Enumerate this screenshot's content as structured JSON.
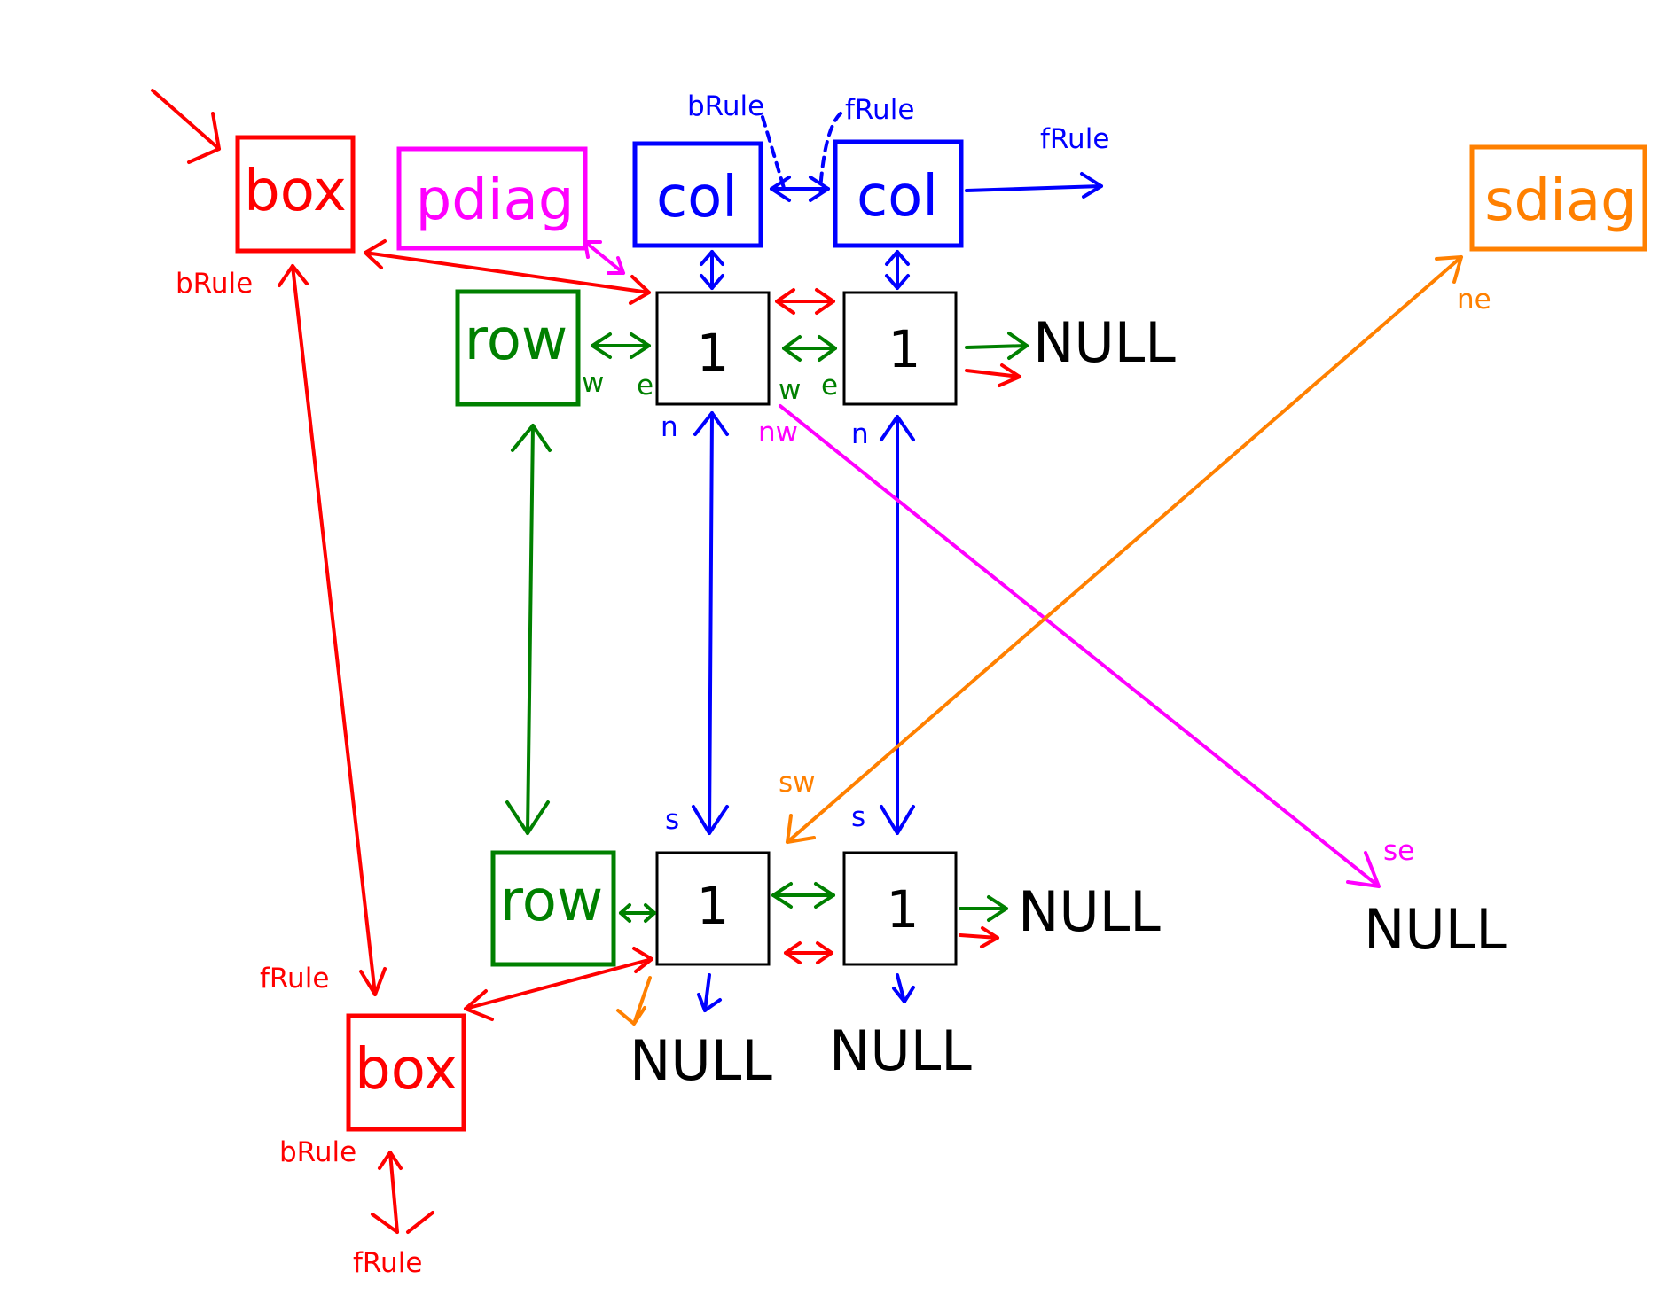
{
  "colors": {
    "red": "#ff0000",
    "blue": "#0000ff",
    "green": "#008000",
    "magenta": "#ff00ff",
    "orange": "#ff8000",
    "black": "#000000"
  },
  "boxes": {
    "box_top": "box",
    "box_bottom": "box",
    "pdiag": "pdiag",
    "sdiag": "sdiag",
    "col_left": "col",
    "col_right": "col",
    "row_top": "row",
    "row_bottom": "row"
  },
  "cells": {
    "r1c1": "1",
    "r1c2": "1",
    "r2c1": "1",
    "r2c2": "1"
  },
  "null_label": "NULL",
  "labels": {
    "brule_top_col": "bRule",
    "frule_top_col": "fRule",
    "frule_right_col": "fRule",
    "brule_box_top": "bRule",
    "frule_box_bottom": "fRule",
    "brule_box_bottom": "bRule",
    "frule_bottom": "fRule",
    "ne": "ne",
    "sw": "sw",
    "se": "se",
    "nw": "nw",
    "w1": "w",
    "e1": "e",
    "w2": "w",
    "e2": "e",
    "n1": "n",
    "n2": "n",
    "s1": "s",
    "s2": "s"
  }
}
